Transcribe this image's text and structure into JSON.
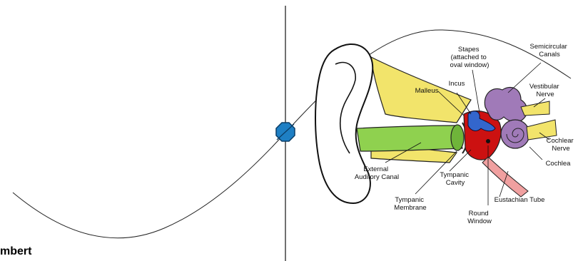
{
  "footer_text": "mbert",
  "colors": {
    "outer_ear": "#ffffff",
    "canal": "#8fd14f",
    "bone": "#f2e46b",
    "middle_ear": "#cc1111",
    "inner_ear": "#a07ab8",
    "ossicles": "#3366cc",
    "eustachian": "#f0a0a0",
    "nerve": "#f2e46b",
    "knob": "#1e7fc4"
  },
  "labels": {
    "stapes": [
      "Stapes",
      "(attached to",
      "oval window)"
    ],
    "semicircular": [
      "Semicircular",
      "Canals"
    ],
    "malleus": "Malleus",
    "incus": "Incus",
    "vestibular": [
      "Vestibular",
      "Nerve"
    ],
    "cochlear_nerve": [
      "Cochlear",
      "Nerve"
    ],
    "cochlea": "Cochlea",
    "external_canal": [
      "External",
      "Auditory Canal"
    ],
    "tympanic_cavity": [
      "Tympanic",
      "Cavity"
    ],
    "eustachian": "Eustachian Tube",
    "tympanic_membrane": [
      "Tympanic",
      "Membrane"
    ],
    "round_window": [
      "Round",
      "Window"
    ]
  }
}
